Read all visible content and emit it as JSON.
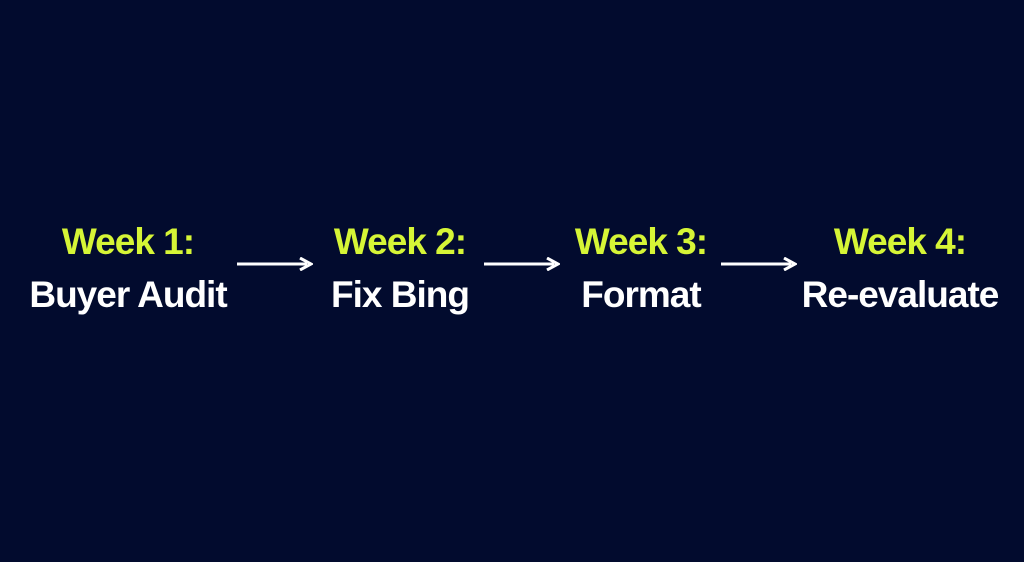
{
  "colors": {
    "background": "#020b2e",
    "week_label": "#d6f536",
    "task_label": "#ffffff",
    "arrow": "#ffffff"
  },
  "steps": [
    {
      "week": "Week 1:",
      "task": "Buyer Audit"
    },
    {
      "week": "Week 2:",
      "task": "Fix Bing"
    },
    {
      "week": "Week 3:",
      "task": "Format"
    },
    {
      "week": "Week 4:",
      "task": "Re-evaluate"
    }
  ],
  "connectors": [
    {
      "icon": "arrow-right-icon"
    },
    {
      "icon": "arrow-right-icon"
    },
    {
      "icon": "arrow-right-icon"
    }
  ]
}
